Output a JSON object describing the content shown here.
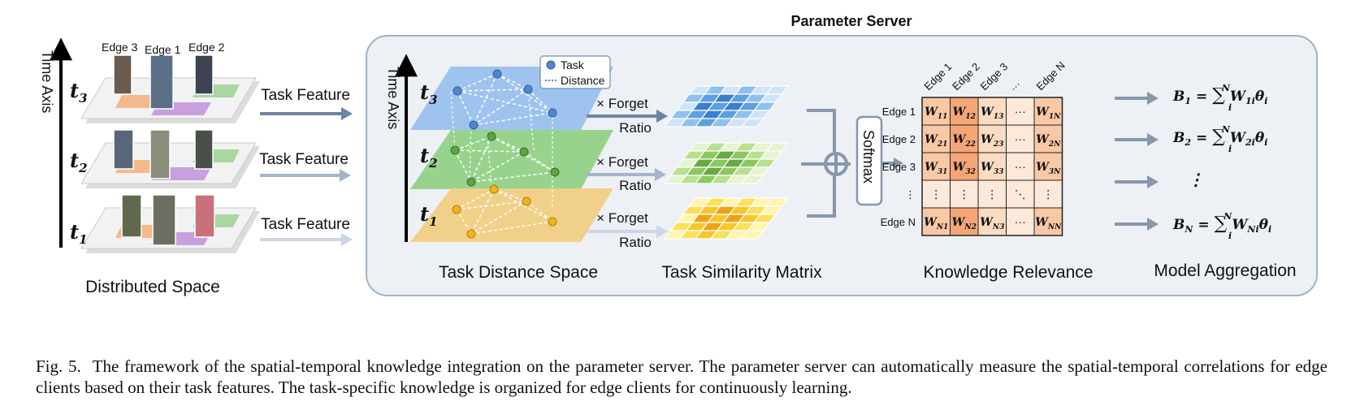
{
  "distributed": {
    "time_axis": "Time Axis",
    "times": [
      "t",
      "t",
      "t"
    ],
    "time_subs": [
      "3",
      "2",
      "1"
    ],
    "edges": [
      "Edge 3",
      "Edge 1",
      "Edge 2"
    ],
    "title": "Distributed Space",
    "feature_labels": [
      "Task Feature",
      "Task Feature",
      "Task Feature"
    ]
  },
  "server": {
    "title": "Parameter Server",
    "time_axis": "Time Axis",
    "times": [
      "t",
      "t",
      "t"
    ],
    "time_subs": [
      "3",
      "2",
      "1"
    ],
    "legend": {
      "task": "Task",
      "distance": "Distance"
    },
    "forget": [
      "× Forget",
      "× Forget",
      "× Forget"
    ],
    "ratio": [
      "Ratio",
      "Ratio",
      "Ratio"
    ],
    "softmax": "Softmax",
    "stage_titles": {
      "distance": "Task Distance Space",
      "similarity": "Task Similarity Matrix",
      "relevance": "Knowledge Relevance",
      "aggregation": "Model Aggregation"
    }
  },
  "relevance": {
    "col_headers": [
      "Edge 1",
      "Edge 2",
      "Edge 3",
      "…",
      "Edge N"
    ],
    "row_headers": [
      "Edge 1",
      "Edge 2",
      "Edge 3",
      "⋮",
      "Edge N"
    ],
    "cells": [
      [
        {
          "b": "W",
          "s": "11"
        },
        {
          "b": "W",
          "s": "12"
        },
        {
          "b": "W",
          "s": "13"
        },
        {
          "b": "···",
          "s": ""
        },
        {
          "b": "W",
          "s": "1N"
        }
      ],
      [
        {
          "b": "W",
          "s": "21"
        },
        {
          "b": "W",
          "s": "22"
        },
        {
          "b": "W",
          "s": "23"
        },
        {
          "b": "···",
          "s": ""
        },
        {
          "b": "W",
          "s": "2N"
        }
      ],
      [
        {
          "b": "W",
          "s": "31"
        },
        {
          "b": "W",
          "s": "32"
        },
        {
          "b": "W",
          "s": "33"
        },
        {
          "b": "···",
          "s": ""
        },
        {
          "b": "W",
          "s": "3N"
        }
      ],
      [
        {
          "b": "⋮",
          "s": ""
        },
        {
          "b": "⋮",
          "s": ""
        },
        {
          "b": "⋮",
          "s": ""
        },
        {
          "b": "⋱",
          "s": ""
        },
        {
          "b": "⋮",
          "s": ""
        }
      ],
      [
        {
          "b": "W",
          "s": "N1"
        },
        {
          "b": "W",
          "s": "N2"
        },
        {
          "b": "W",
          "s": "N3"
        },
        {
          "b": "···",
          "s": ""
        },
        {
          "b": "W",
          "s": "NN"
        }
      ]
    ]
  },
  "aggregation": [
    {
      "lhs": "B",
      "lhs_sub": "1",
      "sum": "∑",
      "sup": "N",
      "lo": "i",
      "rhs": "W",
      "rhs_sub": "1i",
      "theta": "θ",
      "theta_sub": "i"
    },
    {
      "lhs": "B",
      "lhs_sub": "2",
      "sum": "∑",
      "sup": "N",
      "lo": "i",
      "rhs": "W",
      "rhs_sub": "2i",
      "theta": "θ",
      "theta_sub": "i"
    },
    {
      "lhs": "B",
      "lhs_sub": "N",
      "sum": "∑",
      "sup": "N",
      "lo": "i",
      "rhs": "W",
      "rhs_sub": "Ni",
      "theta": "θ",
      "theta_sub": "i"
    }
  ],
  "aggregation_dots": "⋮",
  "caption": {
    "label": "Fig. 5.",
    "text": "The framework of the spatial-temporal knowledge integration on the parameter server. The parameter server can automatically measure the spatial-temporal correlations for edge clients based on their task features. The task-specific knowledge is organized for edge clients for continuously learning."
  }
}
